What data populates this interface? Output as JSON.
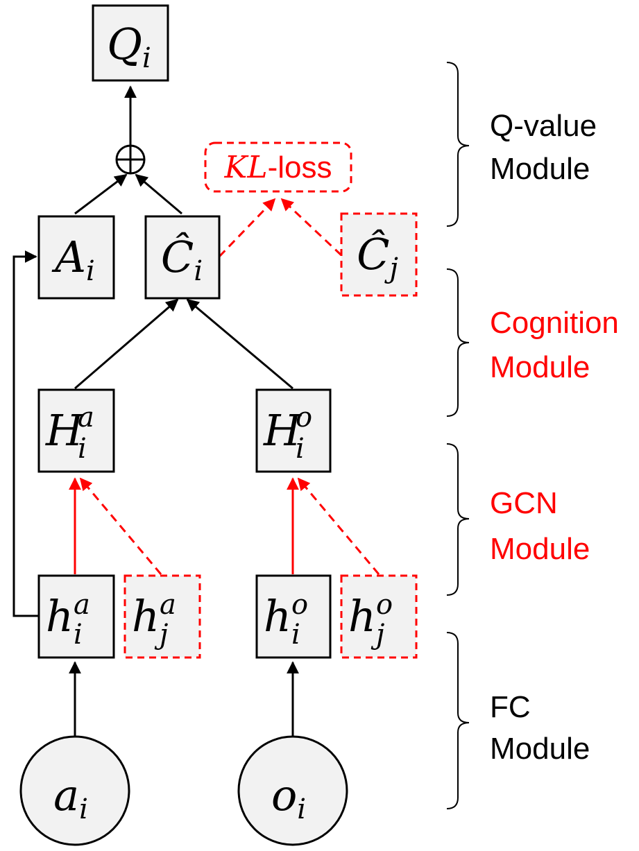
{
  "colors": {
    "black": "#000000",
    "red": "#ff0000",
    "box_fill": "#f2f2f2"
  },
  "nodes": {
    "q_i": {
      "main": "Q",
      "sub": "i"
    },
    "a_cap_i": {
      "main": "A",
      "sub": "i"
    },
    "c_hat_i": {
      "main": "Ĉ",
      "sub": "i"
    },
    "c_hat_j": {
      "main": "Ĉ",
      "sub": "j"
    },
    "h_cap_a_i": {
      "main": "H",
      "sup": "a",
      "sub": "i"
    },
    "h_cap_o_i": {
      "main": "H",
      "sup": "o",
      "sub": "i"
    },
    "h_a_i": {
      "main": "h",
      "sup": "a",
      "sub": "i"
    },
    "h_a_j": {
      "main": "h",
      "sup": "a",
      "sub": "j"
    },
    "h_o_i": {
      "main": "h",
      "sup": "o",
      "sub": "i"
    },
    "h_o_j": {
      "main": "h",
      "sup": "o",
      "sub": "j"
    },
    "a_i": {
      "main": "a",
      "sub": "i"
    },
    "o_i": {
      "main": "o",
      "sub": "i"
    }
  },
  "kl_loss": {
    "italic": "KL",
    "rest": "-loss"
  },
  "modules": {
    "q_value": {
      "line1": "Q-value",
      "line2": "Module"
    },
    "cognition": {
      "line1": "Cognition",
      "line2": "Module"
    },
    "gcn": {
      "line1": "GCN",
      "line2": "Module"
    },
    "fc": {
      "line1": "FC",
      "line2": "Module"
    }
  }
}
